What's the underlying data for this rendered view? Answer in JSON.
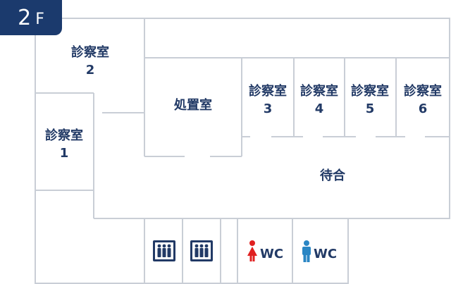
{
  "floor": {
    "number": "2",
    "unit": "F"
  },
  "rooms": {
    "exam1": {
      "line1": "診察室",
      "line2": "1"
    },
    "exam2": {
      "line1": "診察室",
      "line2": "2"
    },
    "exam3": {
      "line1": "診察室",
      "line2": "3"
    },
    "exam4": {
      "line1": "診察室",
      "line2": "4"
    },
    "exam5": {
      "line1": "診察室",
      "line2": "5"
    },
    "exam6": {
      "line1": "診察室",
      "line2": "6"
    },
    "treatment": {
      "label": "処置室"
    },
    "waiting": {
      "label": "待合"
    }
  },
  "restrooms": {
    "women": {
      "label": "WC",
      "color": "#e02020"
    },
    "men": {
      "label": "WC",
      "color": "#2a86c4"
    }
  },
  "icons": [
    "elevator-icon",
    "elevator-icon",
    "female-icon",
    "male-icon"
  ],
  "colors": {
    "wall": "#c9ced6",
    "text": "#223a66",
    "badge": "#1b3a6d"
  }
}
